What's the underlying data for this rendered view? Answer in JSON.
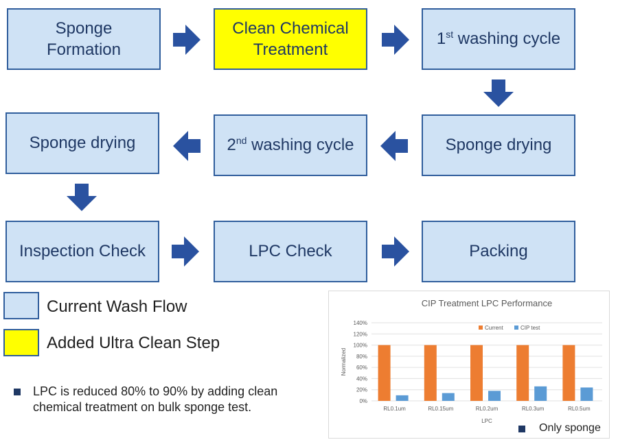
{
  "flow": {
    "steps": [
      {
        "label": "Sponge\nFormation",
        "type": "current"
      },
      {
        "label": "Clean Chemical\nTreatment",
        "type": "added"
      },
      {
        "label": "1",
        "sup": "st",
        "rest": " washing cycle",
        "type": "current"
      },
      {
        "label": "Sponge drying",
        "type": "current"
      },
      {
        "label": "2",
        "sup": "nd",
        "rest": " washing cycle",
        "type": "current"
      },
      {
        "label": "Sponge drying",
        "type": "current"
      },
      {
        "label": "Inspection Check",
        "type": "current"
      },
      {
        "label": "LPC Check",
        "type": "current"
      },
      {
        "label": "Packing",
        "type": "current"
      }
    ]
  },
  "legend": {
    "current_label": "Current Wash Flow",
    "added_label": "Added Ultra Clean Step"
  },
  "bullet": {
    "text": "LPC is reduced 80% to 90% by adding clean\nchemical treatment on bulk sponge test."
  },
  "colors": {
    "current_fill": "#cfe2f5",
    "added_fill": "#ffff00",
    "border": "#2f5d9c",
    "arrow": "#2a52a0",
    "series_current": "#ed7d31",
    "series_cip": "#5b9bd5"
  },
  "chart_data": {
    "type": "bar",
    "title": "CIP Treatment LPC Performance",
    "xlabel": "LPC",
    "ylabel": "Normalized",
    "categories": [
      "RL0.1um",
      "RL0.15um",
      "RL0.2um",
      "RL0.3um",
      "RL0.5um"
    ],
    "series": [
      {
        "name": "Current",
        "values": [
          100,
          100,
          100,
          100,
          100
        ]
      },
      {
        "name": "CIP test",
        "values": [
          10,
          14,
          18,
          26,
          24
        ]
      }
    ],
    "ylim": [
      0,
      140
    ],
    "yticks": [
      "0%",
      "20%",
      "40%",
      "60%",
      "80%",
      "100%",
      "120%",
      "140%"
    ],
    "grid": true,
    "legend_position": "top-right",
    "note": "Only sponge"
  }
}
